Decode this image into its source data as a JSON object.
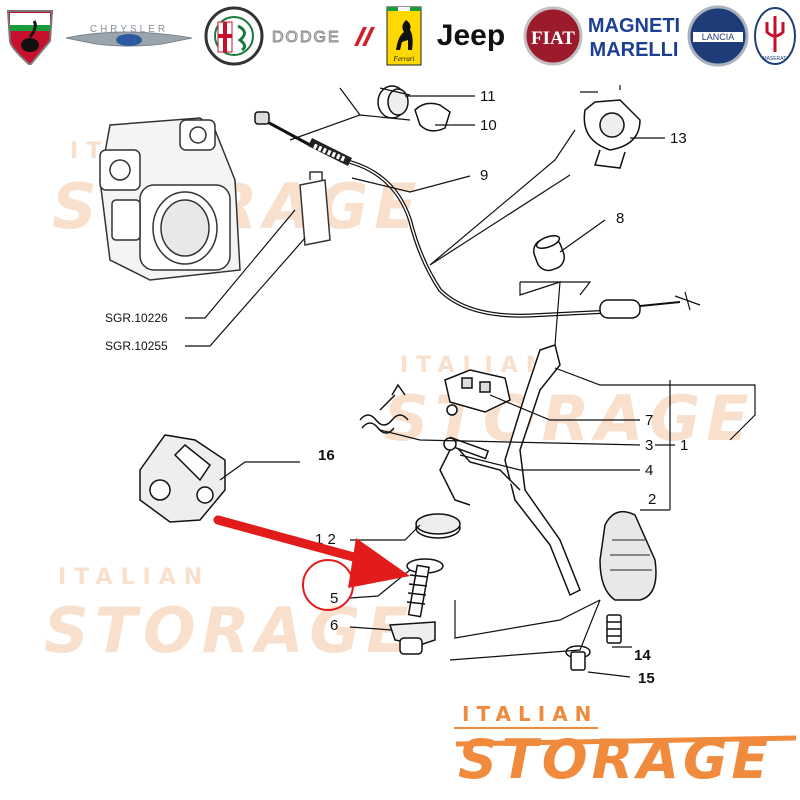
{
  "brands": [
    {
      "name": "ABARTH",
      "icon": "abarth-scorpion-badge"
    },
    {
      "name": "CHRYSLER",
      "icon": "chrysler-wings"
    },
    {
      "name": "ALFA ROMEO",
      "icon": "alfa-romeo-roundel"
    },
    {
      "name": "DODGE",
      "icon": "dodge-stripes"
    },
    {
      "name": "Ferrari",
      "icon": "ferrari-prancing-horse"
    },
    {
      "name": "Jeep",
      "icon": "jeep-wordmark"
    },
    {
      "name": "FIAT",
      "icon": "fiat-badge"
    },
    {
      "name": "MAGNETI MARELLI",
      "icon": "magneti-marelli-wordmark"
    },
    {
      "name": "LANCIA",
      "icon": "lancia-shield"
    },
    {
      "name": "MASERATI",
      "icon": "maserati-trident"
    }
  ],
  "callouts": [
    "1",
    "2",
    "3",
    "4",
    "5",
    "6",
    "7",
    "8",
    "9",
    "10",
    "11",
    "12",
    "13",
    "14",
    "15",
    "16"
  ],
  "callout_12_text": "1 2",
  "refs": {
    "ref_1": "SGR.10226",
    "ref_2": "SGR.10255"
  },
  "watermark": {
    "line1": "ITALIAN",
    "line2": "STORAGE"
  },
  "logo": {
    "top": "ITALIAN",
    "main": "STORAGE"
  },
  "colors": {
    "accent": "#f08a3c",
    "arrow": "#e21b1b",
    "watermark": "#f3c7a6",
    "line": "#111111"
  }
}
